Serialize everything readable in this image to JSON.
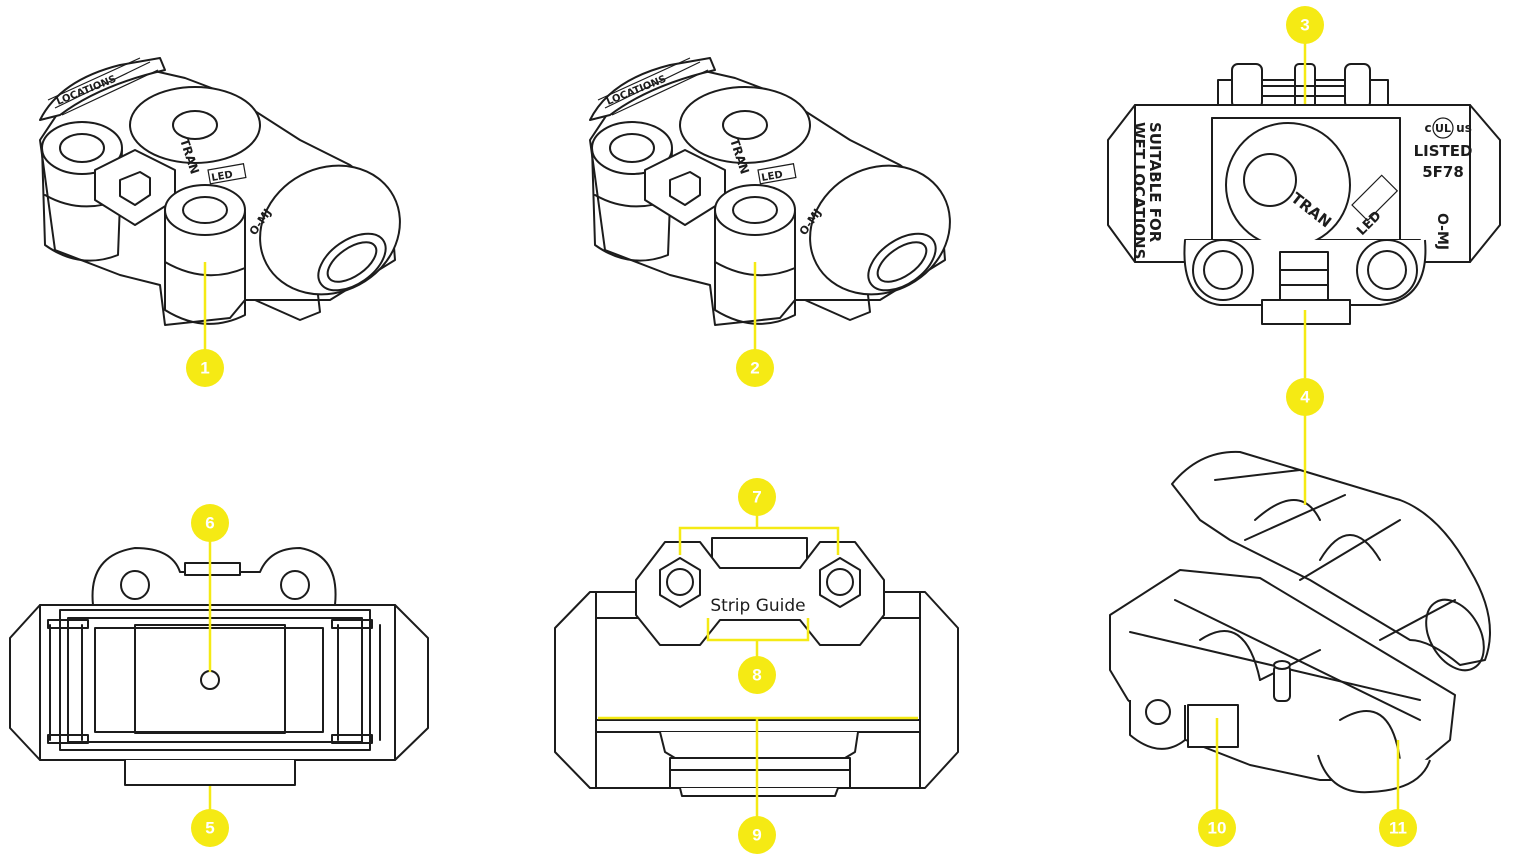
{
  "colors": {
    "callout": "#f5ea14",
    "callout_text": "#ffffff",
    "line": "#1c1c1c",
    "background": "#ffffff"
  },
  "callouts": [
    "1",
    "2",
    "3",
    "4",
    "5",
    "6",
    "7",
    "8",
    "9",
    "10",
    "11"
  ],
  "molded_text": {
    "tran": "TRAN",
    "led": "LED",
    "locations_upper": "LOCATIONS",
    "suitable_for": "SUITABLE FOR",
    "wet_locations": "WET LOCATIONS",
    "o_mj": "O-MJ",
    "ul_mark": "UL",
    "ul_c": "c",
    "ul_us": "us",
    "listed": "LISTED",
    "file_no": "5F78",
    "strip_guide": "Strip Guide"
  }
}
